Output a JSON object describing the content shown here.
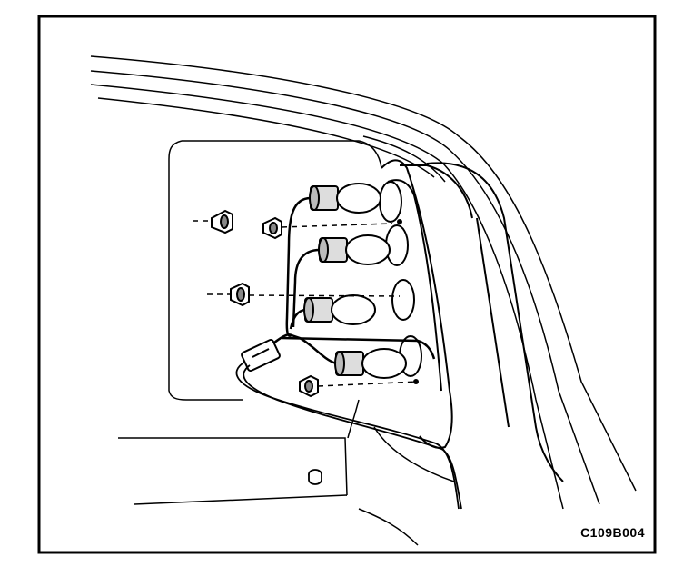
{
  "figure": {
    "code": "C109B004"
  },
  "colors": {
    "line": "#000000",
    "background": "#ffffff",
    "shade": "#d9d9d9"
  },
  "parts": {
    "bulbs": 4,
    "mounting_nuts": 4
  }
}
